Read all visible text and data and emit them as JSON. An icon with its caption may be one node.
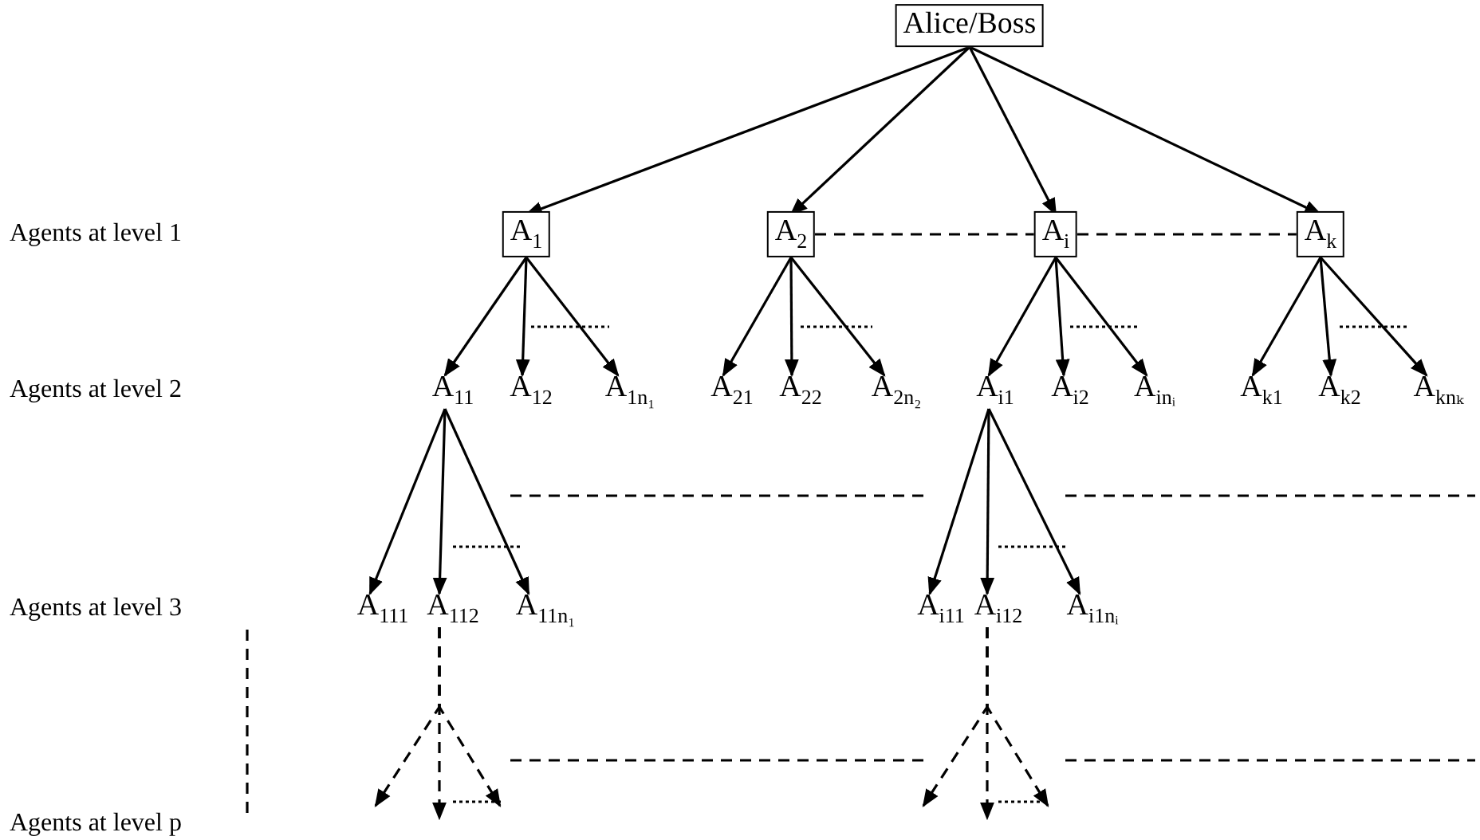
{
  "diagram": {
    "nodes": [
      {
        "text": [
          "Alice/Boss"
        ]
      },
      {
        "text": [
          "A$_{1}$"
        ]
      },
      {
        "text": [
          "A$_{2}$"
        ]
      },
      {
        "text": [
          "A$_{i}$"
        ]
      },
      {
        "text": [
          "A$_{k}$"
        ]
      },
      {
        "text": [
          "A$_{11}$"
        ]
      },
      {
        "text": [
          "A$_{12}$"
        ]
      },
      {
        "text": [
          "A$_{1n₁}$"
        ]
      },
      {
        "text": [
          "A$_{21}$"
        ]
      },
      {
        "text": [
          "A$_{22}$"
        ]
      },
      {
        "text": [
          "A$_{2n₂}$"
        ]
      },
      {
        "text": [
          "A$_{i1}$"
        ]
      },
      {
        "text": [
          "A$_{i2}$"
        ]
      },
      {
        "text": [
          "A$_{inᵢ}$"
        ]
      },
      {
        "text": [
          "A$_{k1}$"
        ]
      },
      {
        "text": [
          "A$_{k2}$"
        ]
      },
      {
        "text": [
          "A$_{knₖ}$"
        ]
      },
      {
        "text": [
          "A$_{111}$"
        ]
      },
      {
        "text": [
          "A$_{112}$"
        ]
      },
      {
        "text": [
          "A$_{11n₁}$"
        ]
      },
      {
        "text": [
          "A$_{i11}$"
        ]
      },
      {
        "text": [
          "A$_{i12}$"
        ]
      },
      {
        "text": [
          "A$_{i1nᵢ}$"
        ]
      }
    ],
    "edges": [
      {
        "from": 0,
        "to": 1,
        "arrow": "to"
      },
      {
        "from": 0,
        "to": 2,
        "arrow": "to"
      },
      {
        "from": 0,
        "to": 3,
        "arrow": "to"
      },
      {
        "from": 0,
        "to": 4,
        "arrow": "to"
      },
      {
        "from": 2,
        "to": 3,
        "arrow": "none",
        "style": "dashed"
      },
      {
        "from": 3,
        "to": 4,
        "arrow": "none",
        "style": "dashed"
      },
      {
        "from": 1,
        "to": 5,
        "arrow": "to"
      },
      {
        "from": 1,
        "to": 6,
        "arrow": "to"
      },
      {
        "from": 1,
        "to": 7,
        "arrow": "to"
      },
      {
        "from": 2,
        "to": 8,
        "arrow": "to"
      },
      {
        "from": 2,
        "to": 9,
        "arrow": "to"
      },
      {
        "from": 2,
        "to": 10,
        "arrow": "to"
      },
      {
        "from": 3,
        "to": 11,
        "arrow": "to"
      },
      {
        "from": 3,
        "to": 12,
        "arrow": "to"
      },
      {
        "from": 3,
        "to": 13,
        "arrow": "to"
      },
      {
        "from": 4,
        "to": 14,
        "arrow": "to"
      },
      {
        "from": 4,
        "to": 15,
        "arrow": "to"
      },
      {
        "from": 4,
        "to": 16,
        "arrow": "to"
      },
      {
        "from": 5,
        "to": 17,
        "arrow": "to"
      },
      {
        "from": 5,
        "to": 18,
        "arrow": "to"
      },
      {
        "from": 5,
        "to": 19,
        "arrow": "to"
      },
      {
        "from": 11,
        "to": 20,
        "arrow": "to"
      },
      {
        "from": 11,
        "to": 21,
        "arrow": "to"
      },
      {
        "from": 11,
        "to": 22,
        "arrow": "to"
      },
      {
        "from": 18,
        "to": null,
        "arrow": "to",
        "style": "dashed"
      },
      {
        "from": 18,
        "to": null,
        "arrow": "to",
        "style": "dashed"
      },
      {
        "from": 18,
        "to": null,
        "arrow": "to",
        "style": "dashed"
      },
      {
        "from": 21,
        "to": null,
        "arrow": "to",
        "style": "dashed"
      },
      {
        "from": 21,
        "to": null,
        "arrow": "to",
        "style": "dashed"
      },
      {
        "from": 21,
        "to": null,
        "arrow": "to",
        "style": "dashed"
      }
    ],
    "labels": [
      "Agents at level 1",
      "Agents at level 2",
      "Agents at level 3",
      "Agents at level p"
    ]
  }
}
